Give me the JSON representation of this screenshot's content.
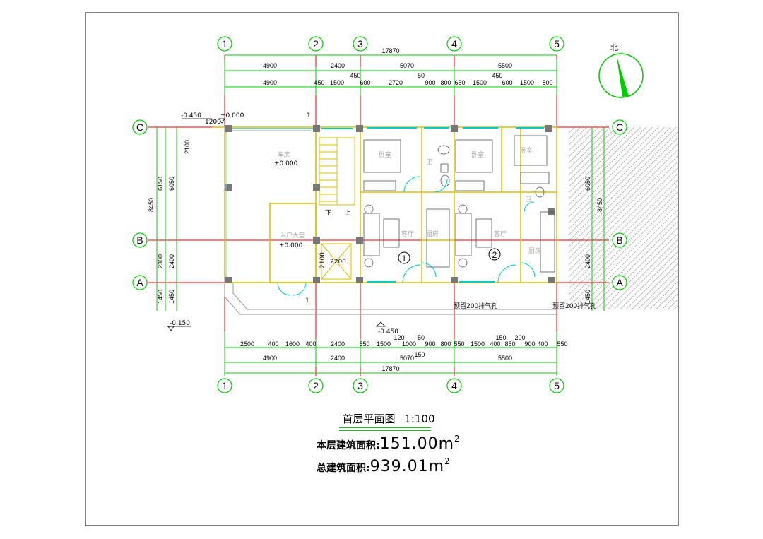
{
  "drawing": {
    "grid_columns": [
      "1",
      "2",
      "3",
      "4",
      "5"
    ],
    "grid_rows": [
      "C",
      "B",
      "A"
    ],
    "north_label": "北",
    "dims_top": {
      "overall": "17870",
      "row2": [
        "4900",
        "2400",
        "5070",
        "5500"
      ],
      "row3_extra": [
        "450",
        "50",
        "450"
      ],
      "row3": [
        "4900",
        "450",
        "1500",
        "600",
        "2720",
        "900",
        "800",
        "650",
        "1500",
        "600",
        "1500",
        "800"
      ]
    },
    "dims_bottom": {
      "overall": "17870",
      "row2": [
        "4900",
        "2400",
        "5070",
        "5500"
      ],
      "row1_extra": [
        "120",
        "50",
        "150",
        "150",
        "200"
      ],
      "row1": [
        "2500",
        "400",
        "1600",
        "400",
        "2400",
        "550",
        "1500",
        "1000",
        "900",
        "800",
        "550",
        "1500",
        "400",
        "850",
        "900",
        "400",
        "550"
      ]
    },
    "dims_left": {
      "overall": "8450",
      "mid": [
        "6150",
        "2300",
        "1450"
      ],
      "inner": [
        "6050",
        "2400",
        "1450"
      ],
      "stair": "2100"
    },
    "dims_right": {
      "inner": [
        "6050",
        "2400",
        "1450"
      ],
      "overall": "8450"
    },
    "elevations": [
      "-0.450",
      "±0.000",
      "±0.000",
      "±0.000",
      "-0.150",
      "-0.450"
    ],
    "misc_dims": [
      "1200",
      "2100",
      "2200",
      "2100"
    ],
    "section_marks": [
      "1",
      "1"
    ],
    "stair_labels": [
      "下",
      "上"
    ],
    "rooms": {
      "garage": "车库",
      "lobby": "入户大堂",
      "bedroom": "卧室",
      "wc": "卫",
      "living": "客厅",
      "kitchen": "厨房",
      "unit1": "1",
      "unit2": "2"
    },
    "vent_notes": [
      "预留200排气孔",
      "预留200排气孔"
    ]
  },
  "title": {
    "name": "首层平面图",
    "scale": "1:100",
    "floor_area_label": "本层建筑面积:",
    "floor_area_value": "151.00m",
    "total_area_label": "总建筑面积:",
    "total_area_value": "939.01m",
    "area_unit_sup": "2"
  }
}
